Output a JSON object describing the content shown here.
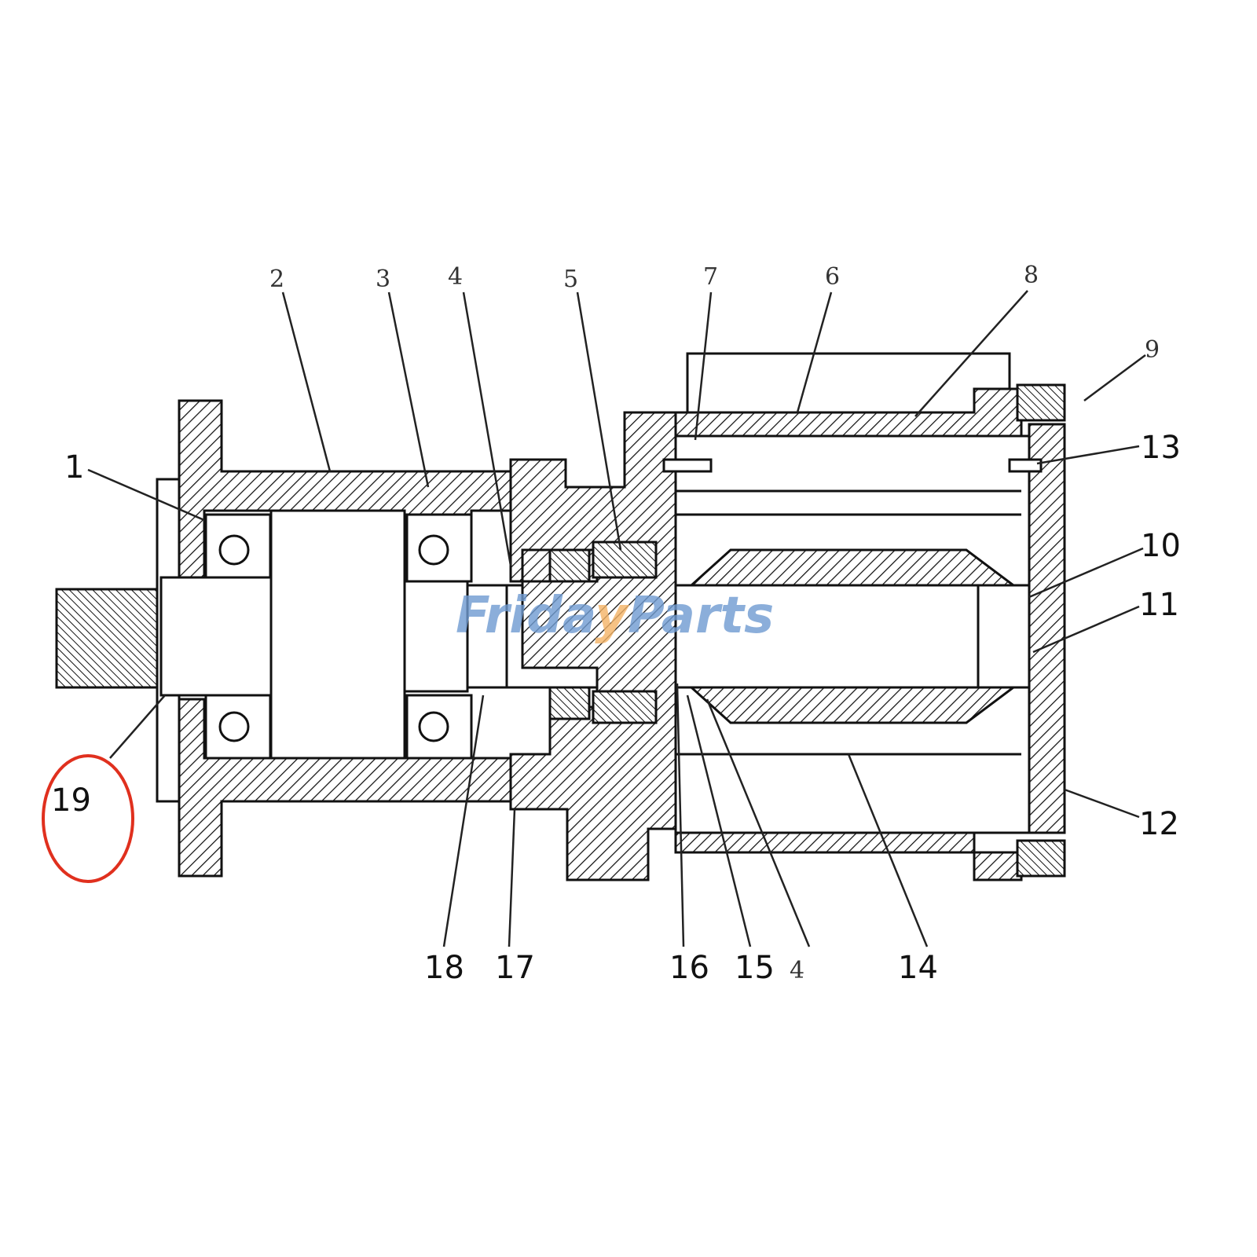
{
  "watermark": {
    "text": "FridayParts",
    "part1": "Frida",
    "part2": "y",
    "part3": "Parts",
    "colors": {
      "blue": "#6f9bd1",
      "orange": "#f4b366"
    }
  },
  "highlight": {
    "label": "19",
    "color": "#e0301e"
  },
  "labels": {
    "l1": "1",
    "l2": "2",
    "l3": "3",
    "l4a": "4",
    "l5": "5",
    "l6": "6",
    "l7": "7",
    "l8": "8",
    "l9": "9",
    "l10": "10",
    "l11": "11",
    "l12": "12",
    "l13": "13",
    "l14": "14",
    "l15": "15",
    "l16": "16",
    "l17": "17",
    "l18": "18",
    "l19": "19",
    "l4b": "4"
  }
}
